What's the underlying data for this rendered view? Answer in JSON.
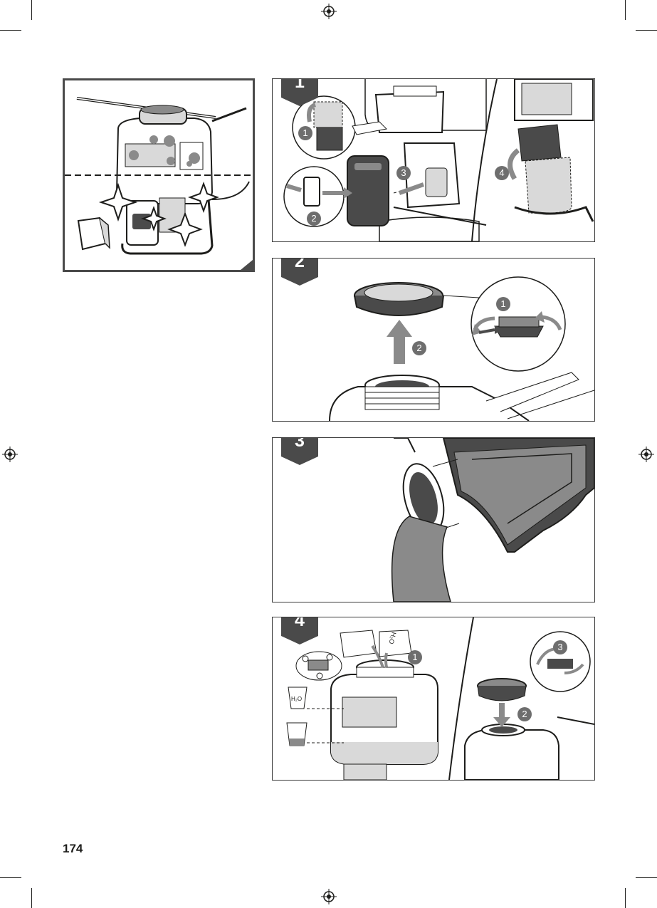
{
  "page": {
    "number": "174"
  },
  "overview": {
    "glyph": "glyph-sparkle-icon"
  },
  "steps": [
    {
      "number": "1",
      "callouts": [
        "1",
        "2",
        "3",
        "4"
      ]
    },
    {
      "number": "2",
      "callouts": [
        "1",
        "2"
      ]
    },
    {
      "number": "3",
      "callouts": []
    },
    {
      "number": "4",
      "callouts": [
        "1",
        "2",
        "3"
      ],
      "cup_labels": [
        "H₂O",
        "H₂O"
      ]
    }
  ],
  "colors": {
    "line": "#1d1d1b",
    "fill_dark": "#4a4a4a",
    "fill_mid": "#8a8a8a",
    "fill_light": "#d9d9d9",
    "paper": "#ffffff"
  }
}
